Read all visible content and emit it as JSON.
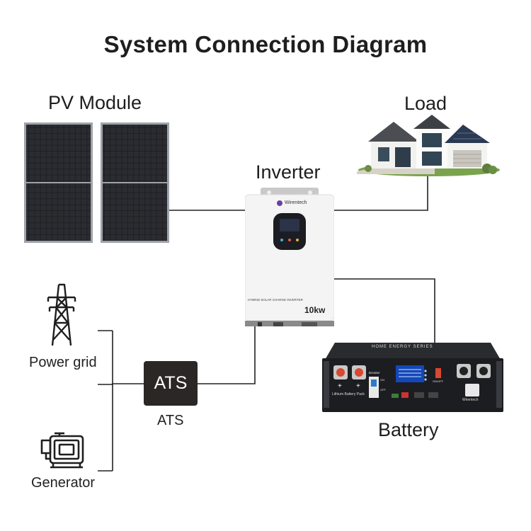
{
  "title": "System Connection Diagram",
  "nodes": {
    "pv_module": "PV Module",
    "load": "Load",
    "inverter": "Inverter",
    "power_grid": "Power grid",
    "ats_box": "ATS",
    "ats_caption": "ATS",
    "generator": "Generator",
    "battery": "Battery"
  },
  "inverter_device": {
    "brand": "Wirentech",
    "model_line": "HYBRID SOLAR CHARGE INVERTER",
    "rating": "10kw"
  },
  "battery_device": {
    "series": "HOME ENERGY SERIES",
    "pack_label": "Lithium Battery Pack",
    "breaker_label": "Breaker",
    "on_label": "ON",
    "off_label": "OFF",
    "power_label": "ON/OFF",
    "brand": "Wirentech"
  },
  "colors": {
    "wire": "#222222",
    "ats_fill": "#2b2725",
    "panel_frame": "#9ea3a8",
    "panel_cell": "#1b1d21",
    "battery_body": "#1c1d20",
    "inverter_body": "#f4f4f4"
  },
  "icons": [
    "solar-panel-icon",
    "house-icon",
    "inverter-icon",
    "transmission-tower-icon",
    "generator-icon",
    "battery-rack-icon"
  ]
}
